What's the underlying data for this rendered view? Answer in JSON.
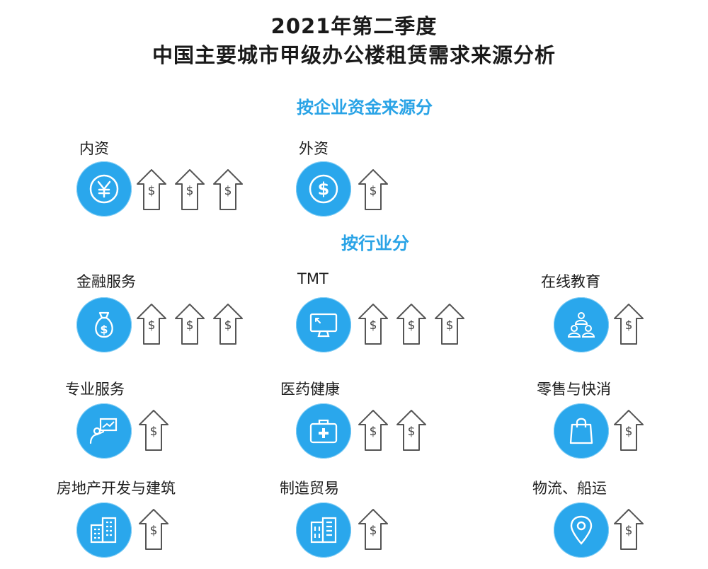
{
  "title_line1": "2021年第二季度",
  "title_line2": "中国主要城市甲级办公楼租赁需求来源分析",
  "section_funding": "按企业资金来源分",
  "section_industry": "按行业分",
  "arrow_symbol": "$",
  "accent_color": "#2aa7ec",
  "groups": [
    {
      "label": "内资",
      "icon": "yuan-coin-icon",
      "arrows": 3
    },
    {
      "label": "外资",
      "icon": "dollar-coin-icon",
      "arrows": 1
    },
    {
      "label": "金融服务",
      "icon": "money-bag-icon",
      "arrows": 3
    },
    {
      "label": "TMT",
      "icon": "computer-monitor-icon",
      "arrows": 3
    },
    {
      "label": "在线教育",
      "icon": "people-group-icon",
      "arrows": 1
    },
    {
      "label": "专业服务",
      "icon": "presentation-board-icon",
      "arrows": 1
    },
    {
      "label": "医药健康",
      "icon": "medical-kit-icon",
      "arrows": 2
    },
    {
      "label": "零售与快消",
      "icon": "shopping-bag-icon",
      "arrows": 1
    },
    {
      "label": "房地产开发与建筑",
      "icon": "buildings-icon",
      "arrows": 1
    },
    {
      "label": "制造贸易",
      "icon": "factory-building-icon",
      "arrows": 1
    },
    {
      "label": "物流、船运",
      "icon": "location-pin-icon",
      "arrows": 1
    }
  ]
}
